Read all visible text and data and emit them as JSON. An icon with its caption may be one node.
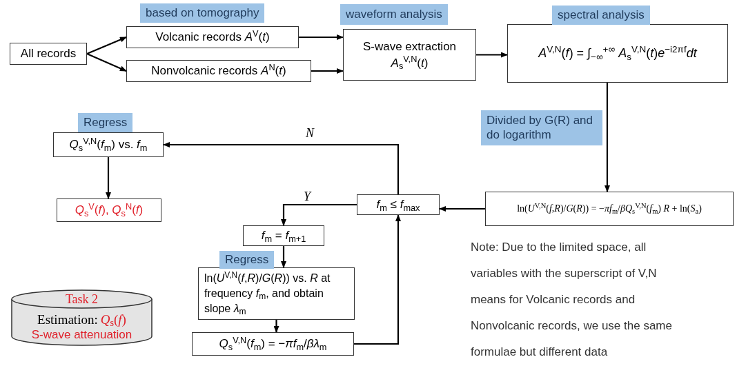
{
  "diagram": {
    "nodes": [
      {
        "text": [
          "All records"
        ]
      },
      {
        "text": [
          "Volcanic records *A*$^{V}$(*t*)"
        ],
        "beside": [
          "based on tomography"
        ]
      },
      {
        "text": [
          "Nonvolcanic records *A*$^{N}$(*t*)"
        ]
      },
      {
        "text": [
          "S-wave extraction",
          "*A*$_{s}$$^{V,N}$(*t*)"
        ],
        "beside": [
          "waveform analysis"
        ]
      },
      {
        "text": [
          "*A*$^{V,N}$(*f*) = ∫$_{−∞}$$^{+∞}$ *A*$_{s}$$^{V,N}$(*t*)*e*$^{−i2πf}$*dt*"
        ],
        "beside": [
          "spectral analysis"
        ]
      },
      {
        "text": [
          "ln(*U*$^{V,N}$(*f*,*R*)/*G*(*R*)) = −*πf*$_{m}$/*βQ*$_{s}$$^{V,N}$(*f*$_{m}$) *R* + ln(*S*$_{a}$)"
        ]
      },
      {
        "text": [
          "*f*$_{m}$ ≤ *f*$_{max}$"
        ]
      },
      {
        "text": [
          "*Q*$_{s}$$^{V,N}$(*f*$_{m}$) vs. *f*$_{m}$"
        ],
        "beside": [
          "Regress"
        ]
      },
      {
        "text": [
          "*Q*$_{s}$$^{V}$(*f*), *Q*$_{s}$$^{N}$(*f*)"
        ]
      },
      {
        "text": [
          "*f*$_{m}$ = *f*$_{m+1}$"
        ]
      },
      {
        "text": [
          "ln(*U*$^{V,N}$(*f*,*R*)/*G*(*R*)) vs. *R* at frequency *f*$_{m}$, and obtain slope *λ*$_{m}$"
        ],
        "beside": [
          "Regress"
        ]
      },
      {
        "text": [
          "*Q*$_{s}$$^{V,N}$(*f*$_{m}$) = −*πf*$_{m}$/*βλ*$_{m}$"
        ]
      },
      {
        "text": [
          "Task 2",
          "Estimation:",
          "*Q*$_{s}$(*f*)",
          "S-wave attenuation"
        ]
      }
    ],
    "edges": [
      {
        "from": 0,
        "to": 1,
        "arrow": "to"
      },
      {
        "from": 0,
        "to": 2,
        "arrow": "to"
      },
      {
        "from": 1,
        "to": 3,
        "arrow": "to"
      },
      {
        "from": 2,
        "to": 3,
        "arrow": "to"
      },
      {
        "from": 3,
        "to": 4,
        "arrow": "to"
      },
      {
        "from": 4,
        "to": 5,
        "arrow": "to",
        "label": "Divided by G(R) and do logarithm"
      },
      {
        "from": 5,
        "to": 6,
        "arrow": "to"
      },
      {
        "from": 6,
        "to": 7,
        "arrow": "to",
        "label": "N"
      },
      {
        "from": 7,
        "to": 8,
        "arrow": "to"
      },
      {
        "from": 6,
        "to": 9,
        "arrow": "to",
        "label": "Y"
      },
      {
        "from": 9,
        "to": 10,
        "arrow": "to"
      },
      {
        "from": 10,
        "to": 11,
        "arrow": "to"
      },
      {
        "from": 11,
        "to": 6,
        "arrow": "to"
      }
    ],
    "labels": [
      "Note: Due to the limited space, all variables with the superscript of V,N means for Volcanic records and Nonvolcanic records, we use the same formulae but different data"
    ]
  }
}
